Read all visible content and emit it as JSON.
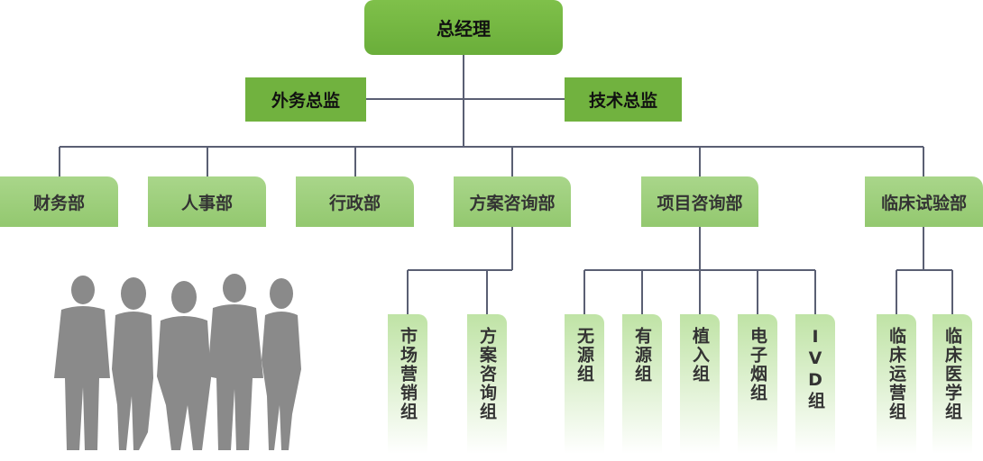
{
  "ceo": "总经理",
  "directors": {
    "foreign_affairs": "外务总监",
    "technical": "技术总监"
  },
  "departments": [
    "财务部",
    "人事部",
    "行政部",
    "方案咨询部",
    "项目咨询部",
    "临床试验部"
  ],
  "teams": {
    "solution_consulting": [
      "市场营销组",
      "方案咨询组"
    ],
    "project_consulting": [
      "无源组",
      "有源组",
      "植入组",
      "电子烟组",
      "IVD组"
    ],
    "clinical_trial": [
      "临床运营组",
      "临床医学组"
    ]
  },
  "colors": {
    "top": "#73b43f",
    "department": "#9ccd79",
    "team": "#bfe3a5",
    "line": "#5a5f73",
    "silhouette": "#8a8a8a"
  }
}
